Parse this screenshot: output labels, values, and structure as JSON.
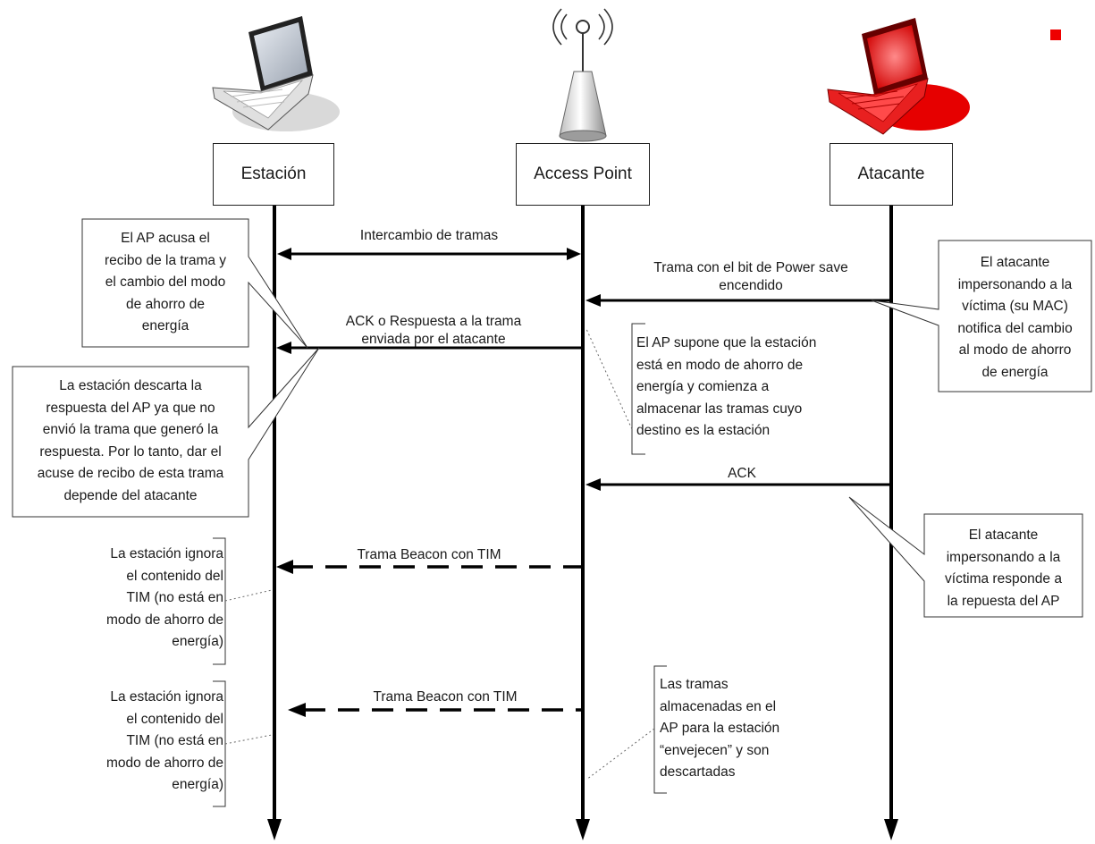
{
  "actors": {
    "station": "Estación",
    "access_point": "Access Point",
    "attacker": "Atacante"
  },
  "messages": {
    "exchange": "Intercambio de tramas",
    "power_save": [
      "Trama con el bit de Power save",
      "encendido"
    ],
    "ack_response": [
      "ACK o Respuesta a la trama",
      "enviada por el atacante"
    ],
    "ack": "ACK",
    "beacon1": "Trama Beacon con TIM",
    "beacon2": "Trama Beacon con TIM"
  },
  "notes": {
    "ap_ack": [
      "El AP acusa el",
      "recibo de la trama y",
      "el cambio del modo",
      "de ahorro de",
      "energía"
    ],
    "station_discards": [
      "La estación descarta la",
      "respuesta del AP ya que no",
      "envió la trama que generó la",
      "respuesta. Por lo tanto, dar el",
      "acuse de recibo de esta trama",
      "depende del atacante"
    ],
    "attacker_notifies": [
      "El atacante",
      "impersonando a la",
      "víctima (su MAC)",
      "notifica del cambio",
      "al modo de ahorro",
      "de energía"
    ],
    "ap_assumes": [
      "El AP supone que la estación",
      "está en modo de ahorro de",
      "energía y comienza a",
      "almacenar las tramas cuyo",
      "destino es la estación"
    ],
    "attacker_responds": [
      "El atacante",
      "impersonando a la",
      "víctima responde a",
      "la repuesta del AP"
    ],
    "ignore1": [
      "La estación ignora",
      "el contenido del",
      "TIM (no está en",
      "modo de ahorro de",
      "energía)"
    ],
    "ignore2": [
      "La estación ignora",
      "el contenido del",
      "TIM (no está en",
      "modo de ahorro de",
      "energía)"
    ],
    "aged": [
      "Las tramas",
      "almacenadas en el",
      "AP para la estación",
      "“envejecen” y son",
      "descartadas"
    ]
  },
  "colors": {
    "line": "#000000",
    "attacker": "#e60000",
    "box_border": "#222222",
    "marker": "#ee0000"
  },
  "icons": [
    "laptop-icon",
    "access-point-icon",
    "attacker-laptop-icon",
    "red-square-icon"
  ]
}
